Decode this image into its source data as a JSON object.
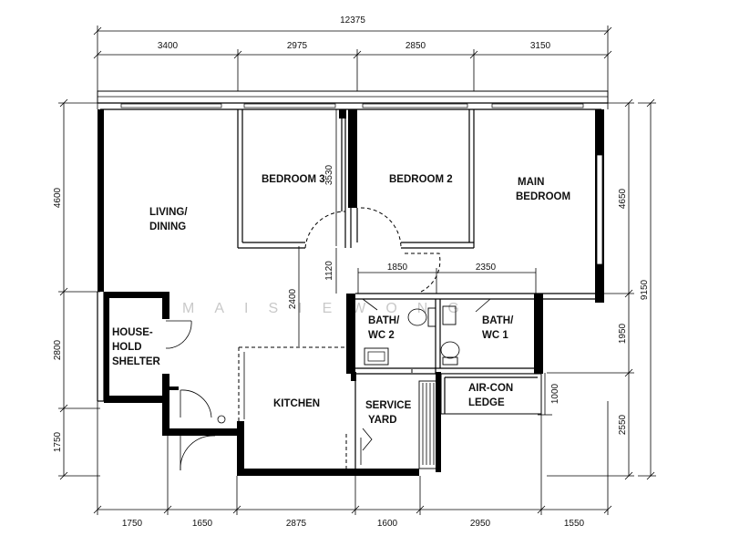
{
  "dimensions": {
    "overall_top": "12375",
    "top": [
      "3400",
      "2975",
      "2850",
      "3150"
    ],
    "bottom": [
      "1750",
      "1650",
      "2875",
      "1600",
      "2950",
      "1550"
    ],
    "left": [
      "4600",
      "2800",
      "1750"
    ],
    "right": [
      "4650",
      "1950",
      "2550"
    ],
    "right_overall": "9150",
    "interior": {
      "bedroom3_depth": "3530",
      "corridor_gap": "1120",
      "kitchen_corridor": "2400",
      "bath2_width": "1850",
      "bath1_width": "2350",
      "aircon_ledge": "1000"
    }
  },
  "rooms": {
    "living_dining": [
      "LIVING/",
      "DINING"
    ],
    "bedroom3": "BEDROOM 3",
    "bedroom2": "BEDROOM 2",
    "main_bedroom": [
      "MAIN",
      "BEDROOM"
    ],
    "household_shelter": [
      "HOUSE-",
      "HOLD",
      "SHELTER"
    ],
    "bath_wc2": [
      "BATH/",
      "WC 2"
    ],
    "bath_wc1": [
      "BATH/",
      "WC 1"
    ],
    "kitchen": "KITCHEN",
    "service_yard": [
      "SERVICE",
      "YARD"
    ],
    "aircon_ledge": [
      "AIR-CON",
      "LEDGE"
    ]
  },
  "watermark": "MAISIEWONG"
}
